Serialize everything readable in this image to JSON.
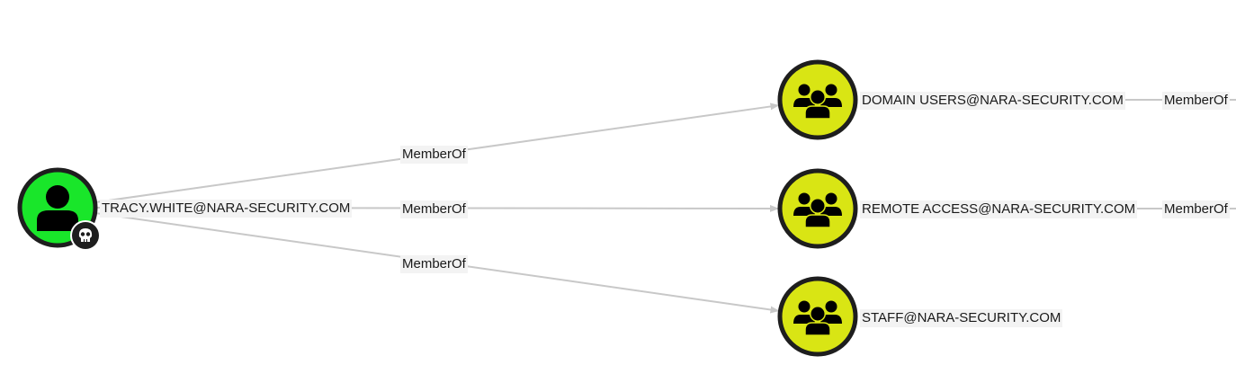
{
  "colors": {
    "user_fill": "#19e62a",
    "group_fill": "#d9e514",
    "node_border": "#1e1e1e",
    "edge": "#c8c8c8",
    "label_bg": "#f3f3f3"
  },
  "nodes": [
    {
      "id": "user",
      "type": "user",
      "label": "TRACY.WHITE@NARA-SECURITY.COM",
      "icon": "user-icon",
      "badge": "skull-icon"
    },
    {
      "id": "g1",
      "type": "group",
      "label": "DOMAIN USERS@NARA-SECURITY.COM",
      "icon": "group-icon"
    },
    {
      "id": "g2",
      "type": "group",
      "label": "REMOTE ACCESS@NARA-SECURITY.COM",
      "icon": "group-icon"
    },
    {
      "id": "g3",
      "type": "group",
      "label": "STAFF@NARA-SECURITY.COM",
      "icon": "group-icon"
    }
  ],
  "edges": [
    {
      "from": "user",
      "to": "g1",
      "label": "MemberOf"
    },
    {
      "from": "user",
      "to": "g2",
      "label": "MemberOf"
    },
    {
      "from": "user",
      "to": "g3",
      "label": "MemberOf"
    },
    {
      "from": "g1",
      "to": "offscreen",
      "label": "MemberOf"
    },
    {
      "from": "g2",
      "to": "offscreen",
      "label": "MemberOf"
    }
  ]
}
